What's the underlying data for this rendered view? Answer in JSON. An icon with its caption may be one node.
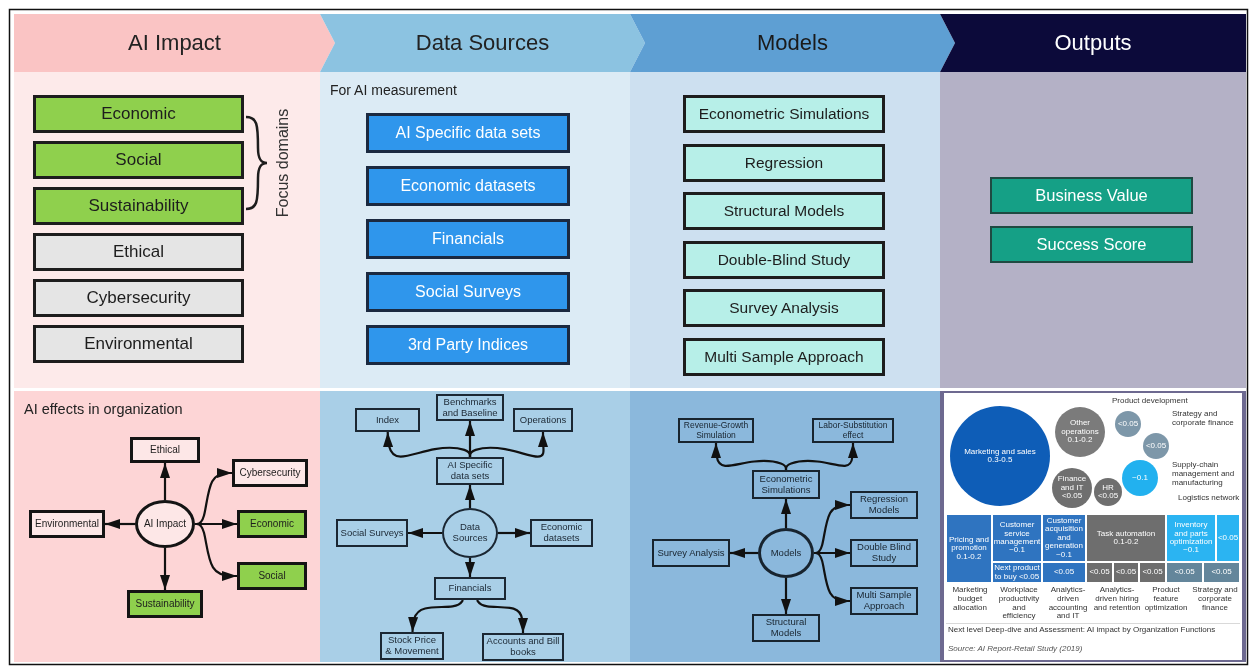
{
  "diagram": {
    "nodes": [
      {
        "text": [
          "AI Impact"
        ]
      },
      {
        "text": [
          "Data Sources"
        ]
      },
      {
        "text": [
          "Models"
        ]
      },
      {
        "text": [
          "Outputs"
        ]
      },
      {
        "text": [],
        "shape": "box"
      },
      {
        "text": [
          "Economic"
        ],
        "in": 4
      },
      {
        "text": [
          "Social"
        ],
        "in": 4
      },
      {
        "text": [
          "Sustainability"
        ],
        "in": 4
      },
      {
        "text": [
          "Ethical"
        ],
        "in": 4
      },
      {
        "text": [
          "Cybersecurity"
        ],
        "in": 4
      },
      {
        "text": [
          "Environmental"
        ],
        "in": 4
      },
      {
        "text": [
          "For AI measurement"
        ]
      },
      {
        "text": [
          "AI Specific data sets"
        ],
        "in": 11
      },
      {
        "text": [
          "Economic datasets"
        ],
        "in": 11
      },
      {
        "text": [
          "Financials"
        ],
        "in": 11
      },
      {
        "text": [
          "Social Surveys"
        ],
        "in": 11
      },
      {
        "text": [
          "3rd Party Indices"
        ],
        "in": 11
      },
      {
        "text": [],
        "shape": "box"
      },
      {
        "text": [
          "Econometric Simulations"
        ],
        "in": 17
      },
      {
        "text": [
          "Regression"
        ],
        "in": 17
      },
      {
        "text": [
          "Structural Models"
        ],
        "in": 17
      },
      {
        "text": [
          "Double-Blind Study"
        ],
        "in": 17
      },
      {
        "text": [
          "Survey Analysis"
        ],
        "in": 17
      },
      {
        "text": [
          "Multi Sample Approach"
        ],
        "in": 17
      },
      {
        "text": [],
        "shape": "box"
      },
      {
        "text": [
          "Business Value"
        ],
        "in": 24
      },
      {
        "text": [
          "Success Score"
        ],
        "in": 24
      },
      {
        "text": [
          "AI effects in organization"
        ]
      },
      {
        "text": [
          "Ethical"
        ],
        "in": 27
      },
      {
        "text": [
          "Cybersecurity"
        ],
        "in": 27
      },
      {
        "text": [
          "Environmental"
        ],
        "in": 27
      },
      {
        "text": [
          "AI Impact"
        ],
        "in": 27
      },
      {
        "text": [
          "Economic"
        ],
        "in": 27
      },
      {
        "text": [
          "Social"
        ],
        "in": 27
      },
      {
        "text": [
          "Sustainability"
        ],
        "in": 27
      },
      {
        "text": [],
        "shape": "box"
      },
      {
        "text": [
          "Index"
        ],
        "in": 35
      },
      {
        "text": [
          "Benchmarks and Baseline"
        ],
        "in": 35
      },
      {
        "text": [
          "Operations"
        ],
        "in": 35
      },
      {
        "text": [
          "AI Specific data sets"
        ],
        "in": 35
      },
      {
        "text": [
          "Social Surveys"
        ],
        "in": 35
      },
      {
        "text": [
          "Data Sources"
        ],
        "in": 35
      },
      {
        "text": [
          "Economic datasets"
        ],
        "in": 35
      },
      {
        "text": [
          "Financials"
        ],
        "in": 35
      },
      {
        "text": [
          "Stock Price & Movement"
        ],
        "in": 35
      },
      {
        "text": [
          "Accounts and Bill books"
        ],
        "in": 35
      },
      {
        "text": [],
        "shape": "box"
      },
      {
        "text": [
          "Revenue-Growth Simulation"
        ],
        "in": 46
      },
      {
        "text": [
          "Labor-Substitution effect"
        ],
        "in": 46
      },
      {
        "text": [
          "Econometric Simulations"
        ],
        "in": 46
      },
      {
        "text": [
          "Regression Models"
        ],
        "in": 46
      },
      {
        "text": [
          "Survey Analysis"
        ],
        "in": 46
      },
      {
        "text": [
          "Models"
        ],
        "in": 46
      },
      {
        "text": [
          "Double Blind Study"
        ],
        "in": 46
      },
      {
        "text": [
          "Multi Sample Approach"
        ],
        "in": 46
      },
      {
        "text": [
          "Structural Models"
        ],
        "in": 46
      },
      {
        "text": [],
        "shape": "box"
      }
    ],
    "edges": [
      {
        "from": 31,
        "to": 28,
        "arrow": "to"
      },
      {
        "from": 31,
        "to": 29,
        "arrow": "to"
      },
      {
        "from": 31,
        "to": 30,
        "arrow": "to"
      },
      {
        "from": 31,
        "to": 32,
        "arrow": "to"
      },
      {
        "from": 31,
        "to": 33,
        "arrow": "to"
      },
      {
        "from": 31,
        "to": 34,
        "arrow": "to"
      },
      {
        "from": 39,
        "to": 36,
        "arrow": "to"
      },
      {
        "from": 39,
        "to": 37,
        "arrow": "to"
      },
      {
        "from": 39,
        "to": 38,
        "arrow": "to"
      },
      {
        "from": 41,
        "to": 39,
        "arrow": "to"
      },
      {
        "from": 41,
        "to": 40,
        "arrow": "to"
      },
      {
        "from": 41,
        "to": 42,
        "arrow": "to"
      },
      {
        "from": 41,
        "to": 43,
        "arrow": "to"
      },
      {
        "from": 43,
        "to": 44,
        "arrow": "to"
      },
      {
        "from": 43,
        "to": 45,
        "arrow": "to"
      },
      {
        "from": 49,
        "to": 47,
        "arrow": "to"
      },
      {
        "from": 49,
        "to": 48,
        "arrow": "to"
      },
      {
        "from": 52,
        "to": 49,
        "arrow": "to"
      },
      {
        "from": 52,
        "to": 50,
        "arrow": "to"
      },
      {
        "from": 52,
        "to": 51,
        "arrow": "to"
      },
      {
        "from": 52,
        "to": 53,
        "arrow": "to"
      },
      {
        "from": 52,
        "to": 54,
        "arrow": "to"
      },
      {
        "from": 52,
        "to": 55,
        "arrow": "to"
      }
    ],
    "labels": [
      "Focus domains",
      "Product development",
      "Strategy and corporate finance",
      "Other operations 0.1-0.2",
      "Marketing and sales 0.3-0.5",
      "<0.05",
      "<0.05",
      "~0.1",
      "Finance and IT <0.05",
      "HR <0.05",
      "Supply-chain management and manufacturing",
      "Logistics network",
      "Pricing and promotion 0.1-0.2",
      "Customer service management ~0.1",
      "Customer acquisition and generation ~0.1",
      "Task automation 0.1-0.2",
      "Inventory and parts optimization ~0.1",
      "<0.05",
      "Next product to buy <0.05",
      "<0.05",
      "<0.05",
      "<0.05",
      "<0.05",
      "<0.05",
      "<0.05",
      "Marketing budget allocation",
      "Workplace productivity and efficiency",
      "Analytics-driven accounting and IT",
      "Analytics-driven hiring and retention",
      "Product feature optimization",
      "Strategy and corporate finance",
      "Next level Deep-dive and Assessment: AI impact by Organization Functions",
      "Source: AI Report-Retail Study (2019)"
    ]
  }
}
